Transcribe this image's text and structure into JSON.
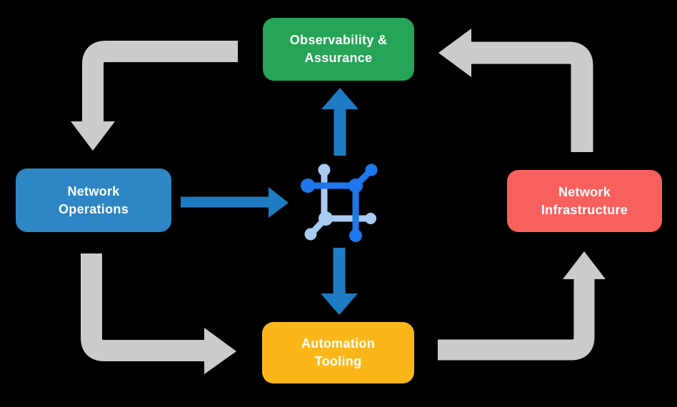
{
  "canvas": {
    "background": "#000000"
  },
  "nodes": [
    {
      "id": "observability-assurance",
      "lines": [
        "Observability &",
        "Assurance"
      ],
      "color": "#26A457",
      "text_color": "#FFFFFF"
    },
    {
      "id": "network-operations",
      "lines": [
        "Network",
        "Operations"
      ],
      "color": "#2E86C4",
      "text_color": "#FFFFFF"
    },
    {
      "id": "network-infrastructure",
      "lines": [
        "Network",
        "Infrastructure"
      ],
      "color": "#F8605E",
      "text_color": "#FFFFFF"
    },
    {
      "id": "automation-tooling",
      "lines": [
        "Automation",
        "Tooling"
      ],
      "color": "#FBB71A",
      "text_color": "#FFFFFF"
    }
  ],
  "center_icon": {
    "name": "network-automation-icon",
    "dark_color": "#1E78EC",
    "light_color": "#A8CBF2"
  },
  "arrows": {
    "gray": {
      "color": "#CBCBCB",
      "items": [
        {
          "from": "observability-assurance",
          "to": "network-operations"
        },
        {
          "from": "network-operations",
          "to": "automation-tooling"
        },
        {
          "from": "automation-tooling",
          "to": "network-infrastructure"
        },
        {
          "from": "network-infrastructure",
          "to": "observability-assurance"
        }
      ]
    },
    "blue": {
      "color": "#1E7CC2",
      "items": [
        {
          "from": "network-operations",
          "to": "center-icon"
        },
        {
          "from": "center-icon",
          "to": "observability-assurance"
        },
        {
          "from": "center-icon",
          "to": "automation-tooling"
        }
      ]
    }
  }
}
